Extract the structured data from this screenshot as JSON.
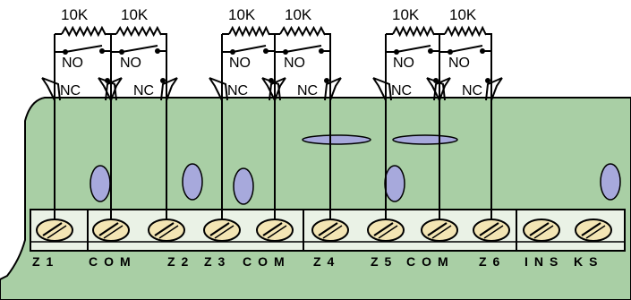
{
  "resistor_labels": [
    "10K",
    "10K",
    "10K",
    "10K",
    "10K",
    "10K"
  ],
  "no_labels": [
    "NO",
    "NO",
    "NO",
    "NO",
    "NO",
    "NO"
  ],
  "nc_labels": [
    "NC",
    "NC",
    "NC",
    "NC",
    "NC",
    "NC"
  ],
  "terminal_labels": [
    "Z1",
    "COM",
    "Z2",
    "Z3",
    "COM",
    "Z4",
    "Z5",
    "COM",
    "Z6",
    "INS",
    "KS"
  ],
  "colors": {
    "board": "#a9cfa5",
    "screw": "#f3e5b4",
    "led": "#a7a9dc",
    "strip": "#eaf2e6",
    "wire": "#000000"
  }
}
